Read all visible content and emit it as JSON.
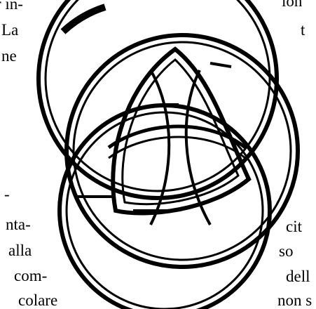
{
  "colors": {
    "ink": "#000000",
    "paper": "#ffffff"
  },
  "left_fragments": [
    "r in-",
    "La",
    "ne",
    "-",
    "nta-",
    "alla",
    "com-",
    "colare"
  ],
  "right_fragments": [
    "ion",
    "t",
    "cit",
    "so",
    "dell",
    "non s"
  ],
  "figure": {
    "icon": "borromean-rings-illustration"
  }
}
